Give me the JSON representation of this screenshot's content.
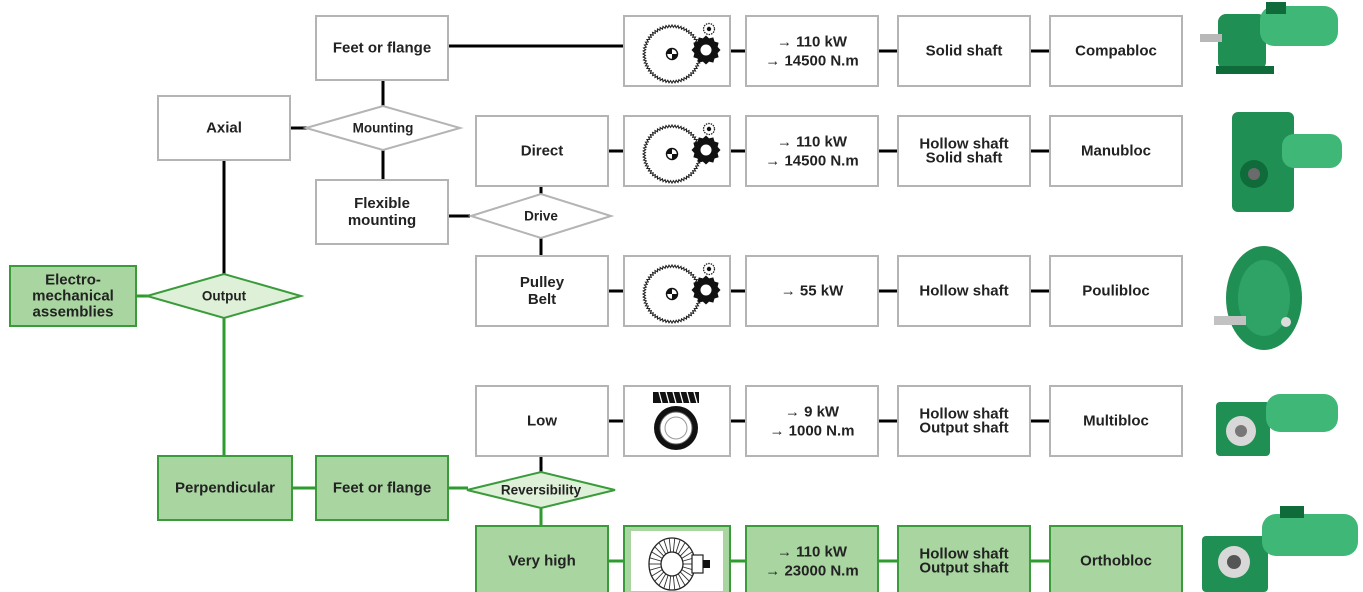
{
  "colors": {
    "highlight_fill": "#a8d5a0",
    "highlight_stroke": "#3a9b3a",
    "highlight_line": "#2e9b2e",
    "diamond_fill": "#dff0d8",
    "box_stroke": "#b4b4b4",
    "line": "#000000",
    "motor_green": "#1f8f53"
  },
  "root": {
    "lines": [
      "Electro-",
      "mechanical",
      "assemblies"
    ]
  },
  "decisions": {
    "output": "Output",
    "mounting": "Mounting",
    "drive": "Drive",
    "reversibility": "Reversibility"
  },
  "options": {
    "axial": "Axial",
    "perpendicular": "Perpendicular",
    "feet_flange_axial": "Feet or flange",
    "flexible_mounting": [
      "Flexible",
      "mounting"
    ],
    "feet_flange_perp": "Feet or flange"
  },
  "rows": [
    {
      "id": "compabloc",
      "type": [
        "Feet or flange"
      ],
      "gear_icon": "spur-gear-icon",
      "power": "→ 110 kW",
      "torque": "→ 14500 N.m",
      "shaft": [
        "Solid shaft"
      ],
      "product": "Compabloc",
      "image_icon": "gear-motor-photo"
    },
    {
      "id": "manubloc",
      "type": [
        "Direct"
      ],
      "gear_icon": "spur-gear-icon",
      "power": "→ 110 kW",
      "torque": "→ 14500 N.m",
      "shaft": [
        "Hollow shaft",
        "Solid shaft"
      ],
      "product": "Manubloc",
      "image_icon": "shaft-mounted-gear-unit-photo"
    },
    {
      "id": "poulibloc",
      "type": [
        "Pulley",
        "Belt"
      ],
      "gear_icon": "spur-gear-icon",
      "power": "→ 55 kW",
      "torque": "",
      "shaft": [
        "Hollow shaft"
      ],
      "product": "Poulibloc",
      "image_icon": "pulley-gear-unit-photo"
    },
    {
      "id": "multibloc",
      "type": [
        "Low"
      ],
      "gear_icon": "worm-gear-icon",
      "power": "→ 9 kW",
      "torque": "→ 1000 N.m",
      "shaft": [
        "Hollow shaft",
        "Output shaft"
      ],
      "product": "Multibloc",
      "image_icon": "worm-gear-motor-photo"
    },
    {
      "id": "orthobloc",
      "type": [
        "Very high"
      ],
      "gear_icon": "bevel-gear-icon",
      "power": "→ 110 kW",
      "torque": "→ 23000 N.m",
      "shaft": [
        "Hollow shaft",
        "Output shaft"
      ],
      "product": "Orthobloc",
      "image_icon": "bevel-gear-motor-photo"
    }
  ]
}
